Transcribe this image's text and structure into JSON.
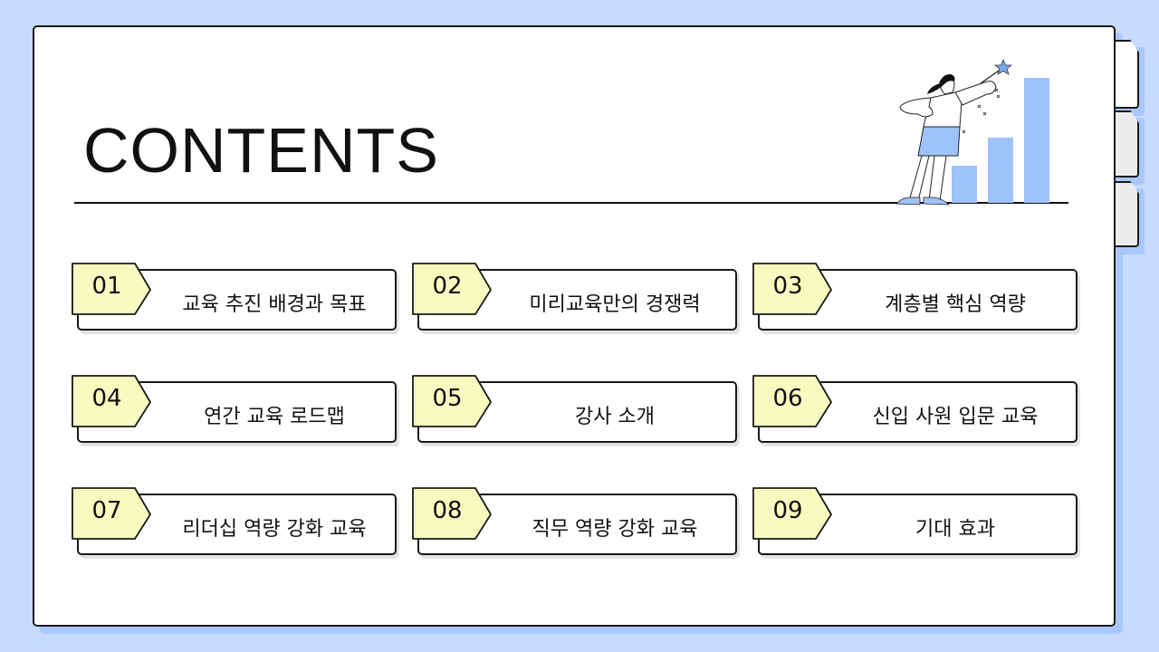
{
  "page": {
    "title": "CONTENTS",
    "colors": {
      "background": "#c6dbfd",
      "shadow": "#a9c7fb",
      "badge_fill": "#f8fbc0",
      "accent_blue": "#9ec2fa",
      "border": "#1a1a1a"
    }
  },
  "illustration": {
    "description": "woman-pointing-star-wand-at-rising-bar-chart",
    "bars": 3
  },
  "items": [
    {
      "num": "01",
      "label": "교육 추진 배경과 목표"
    },
    {
      "num": "02",
      "label": "미리교육만의 경쟁력"
    },
    {
      "num": "03",
      "label": "계층별 핵심 역량"
    },
    {
      "num": "04",
      "label": "연간 교육 로드맵"
    },
    {
      "num": "05",
      "label": "강사 소개"
    },
    {
      "num": "06",
      "label": "신입 사원 입문 교육"
    },
    {
      "num": "07",
      "label": "리더십 역량 강화 교육"
    },
    {
      "num": "08",
      "label": "직무 역량 강화 교육"
    },
    {
      "num": "09",
      "label": "기대 효과"
    }
  ]
}
